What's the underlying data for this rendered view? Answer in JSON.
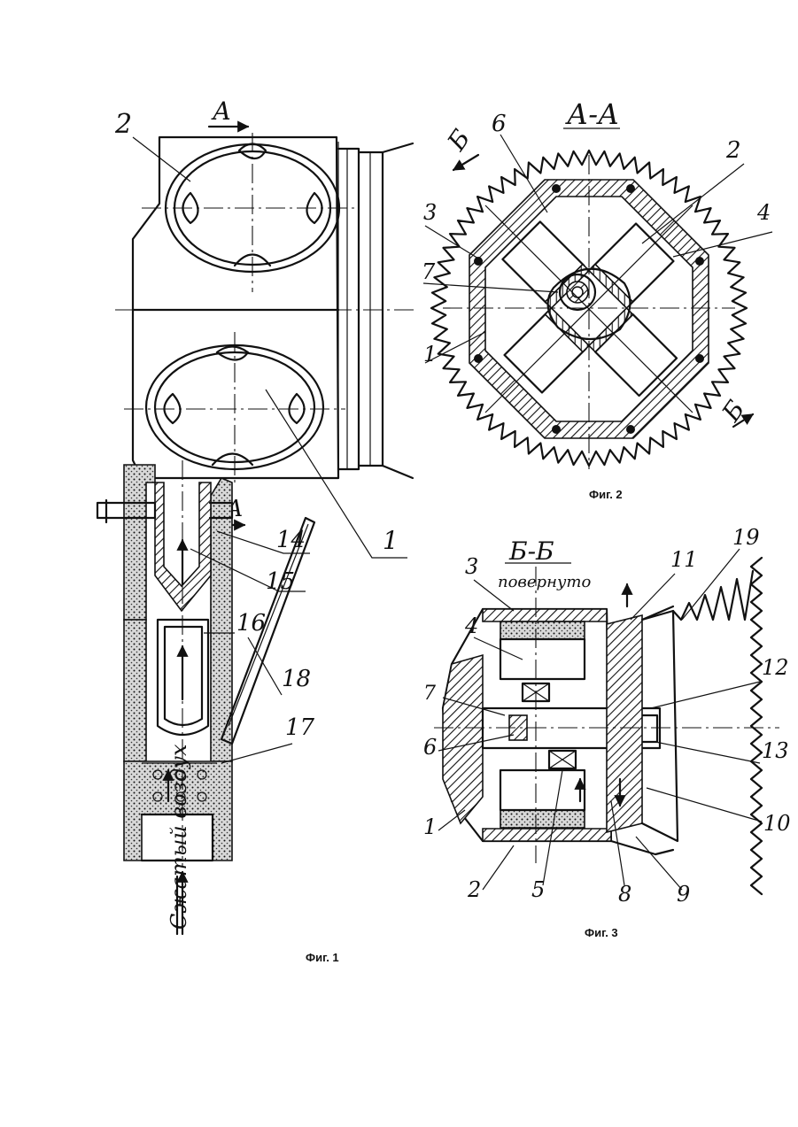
{
  "figures": [
    {
      "caption": "Фиг. 1",
      "section_label": "А",
      "callouts": [
        "2",
        "14",
        "15",
        "16",
        "18",
        "17",
        "1"
      ],
      "inlet_label": "Сжатый воздух"
    },
    {
      "caption": "Фиг. 2",
      "title": "А-А",
      "section_label": "Б",
      "callouts": [
        "6",
        "2",
        "3",
        "4",
        "7",
        "1"
      ]
    },
    {
      "caption": "Фиг. 3",
      "title": "Б-Б",
      "subtitle": "повернуто",
      "callouts": [
        "3",
        "11",
        "19",
        "4",
        "12",
        "7",
        "6",
        "13",
        "1",
        "10",
        "2",
        "5",
        "8",
        "9"
      ]
    }
  ]
}
